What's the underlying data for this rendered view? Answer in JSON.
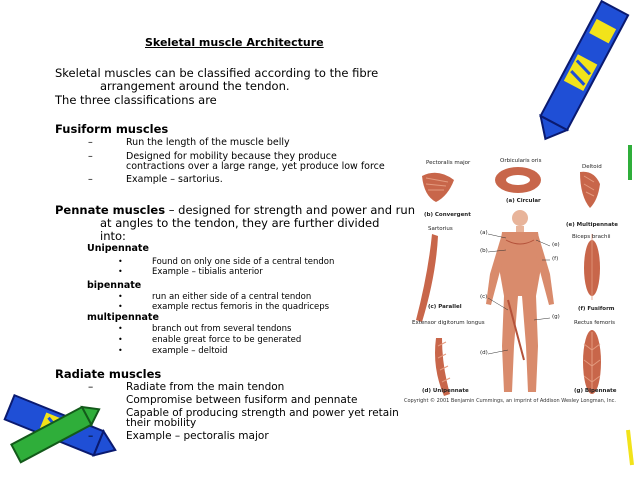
{
  "title": "Skeletal muscle Architecture",
  "intro": {
    "line1": "Skeletal muscles can be classified according to the fibre",
    "line2": "arrangement around the tendon.",
    "line3": "The three classifications are"
  },
  "fusiform": {
    "heading": "Fusiform muscles",
    "items": [
      {
        "dash": "–",
        "line1": "Run the length of the muscle belly"
      },
      {
        "dash": "–",
        "line1": "Designed for mobility because they produce",
        "line2": "contractions over a large range, yet produce low force"
      },
      {
        "dash": "–",
        "line1": "Example – sartorius."
      }
    ]
  },
  "pennate": {
    "heading": "Pennate muscles",
    "rest1": " – designed for strength and power and run",
    "line2": "at angles to the tendon, they are further divided",
    "line3": "into:",
    "unipennate": {
      "label": "Unipennate",
      "items": [
        "Found on only one side of a central tendon",
        "Example – tibialis anterior"
      ]
    },
    "bipennate": {
      "label": "bipennate",
      "items": [
        "run an either side of a central tendon",
        "example rectus femoris in the quadriceps"
      ]
    },
    "multipennate": {
      "label": "multipennate",
      "items": [
        "branch out from several tendons",
        "enable great force to be generated",
        "example – deltoid"
      ]
    }
  },
  "radiate": {
    "heading": "Radiate muscles",
    "items": [
      {
        "line1": "Radiate from the main tendon"
      },
      {
        "line1": "Compromise between fusiform and pennate"
      },
      {
        "line1": "Capable of producing strength and power yet retain",
        "line2": "their mobility"
      },
      {
        "line1": "Example – pectoralis major"
      }
    ]
  },
  "figure": {
    "labels": {
      "pectoralis": "Pectoralis major",
      "orbicularis": "Orbicularis oris",
      "deltoid": "Deltoid",
      "convergent": "(b) Convergent",
      "circular": "(a) Circular",
      "multipennate": "(e) Multipennate",
      "sartorius": "Sartorius",
      "biceps": "Biceps brachii",
      "parallel": "(c) Parallel",
      "fusiform": "(f) Fusiform",
      "extensor": "Extensor digitorum longus",
      "rectus": "Rectus femoris",
      "unipennate": "(d) Unipennate",
      "bipennate": "(g) Bipennate",
      "a": "(a)",
      "b": "(b)",
      "c": "(c)",
      "d": "(d)",
      "e": "(e)",
      "f": "(f)",
      "g": "(g)"
    },
    "copyright": "Copyright © 2001 Benjamin Cummings, an imprint of Addison Wesley Longman, Inc."
  },
  "colors": {
    "muscle": "#c8664a",
    "muscle_light": "#e39a7e",
    "crayon_blue": "#1f4fd6",
    "crayon_yellow": "#f2e31a",
    "crayon_green": "#2fae3a"
  }
}
